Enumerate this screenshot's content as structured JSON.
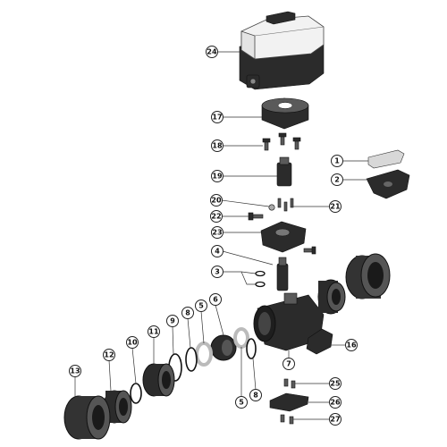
{
  "callouts": {
    "c1": "1",
    "c2": "2",
    "c3": "3",
    "c4": "4",
    "c5a": "5",
    "c5b": "5",
    "c6": "6",
    "c7": "7",
    "c8a": "8",
    "c8b": "8",
    "c9": "9",
    "c10": "10",
    "c11": "11",
    "c12": "12",
    "c13": "13",
    "c16": "16",
    "c17": "17",
    "c18": "18",
    "c19": "19",
    "c20": "20",
    "c21": "21",
    "c22": "22",
    "c23": "23",
    "c24": "24",
    "c25": "25",
    "c26": "26",
    "c27": "27"
  }
}
